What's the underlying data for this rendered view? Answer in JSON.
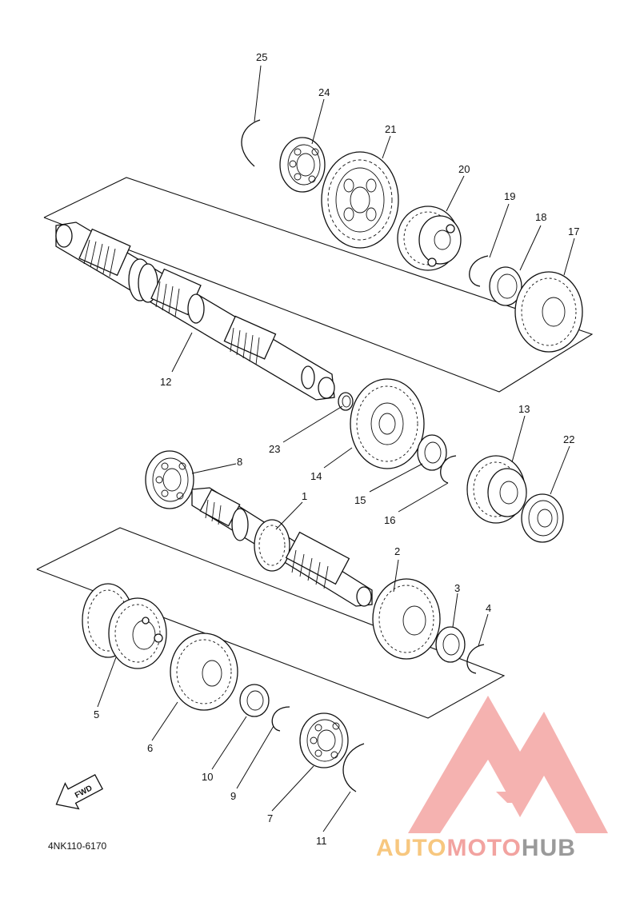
{
  "diagram": {
    "part_code": "4NK110-6170",
    "fwd_label": "FWD",
    "callouts": {
      "c1": "1",
      "c2": "2",
      "c3": "3",
      "c4": "4",
      "c5": "5",
      "c6": "6",
      "c7": "7",
      "c8": "8",
      "c9": "9",
      "c10": "10",
      "c11": "11",
      "c12": "12",
      "c13": "13",
      "c14": "14",
      "c15": "15",
      "c16": "16",
      "c17": "17",
      "c18": "18",
      "c19": "19",
      "c20": "20",
      "c21": "21",
      "c22": "22",
      "c23": "23",
      "c24": "24",
      "c25": "25"
    }
  },
  "watermark": {
    "text_part1": "AUTO",
    "text_part2": "MOTO",
    "text_part3": "HUB",
    "colors": {
      "logo": "#f4aaa8",
      "auto": "#f7c77f",
      "moto": "#f2a3a0",
      "hub": "#9a9a9a"
    }
  }
}
